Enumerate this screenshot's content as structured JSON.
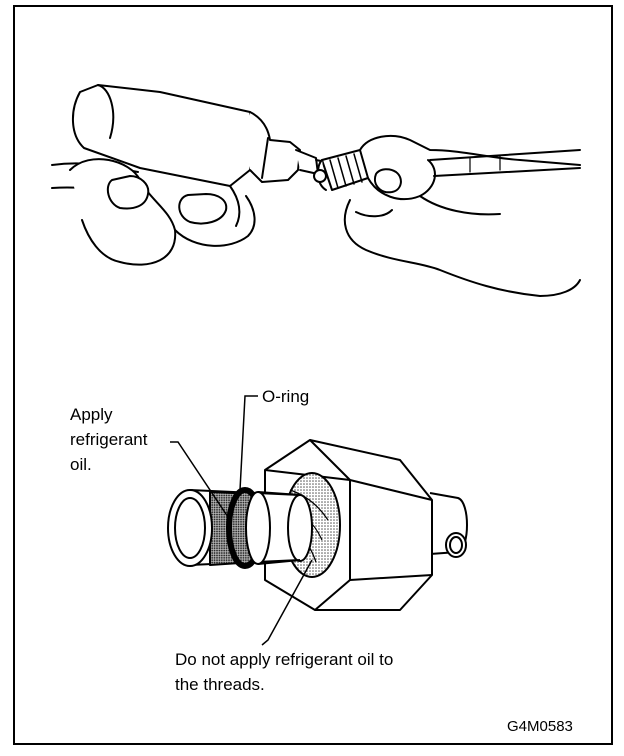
{
  "labels": {
    "apply_oil": [
      "Apply",
      "refrigerant",
      "oil."
    ],
    "o_ring": "O-ring",
    "no_oil_threads": [
      "Do not apply refrigerant oil to",
      "the threads."
    ],
    "figure_code": "G4M0583"
  }
}
